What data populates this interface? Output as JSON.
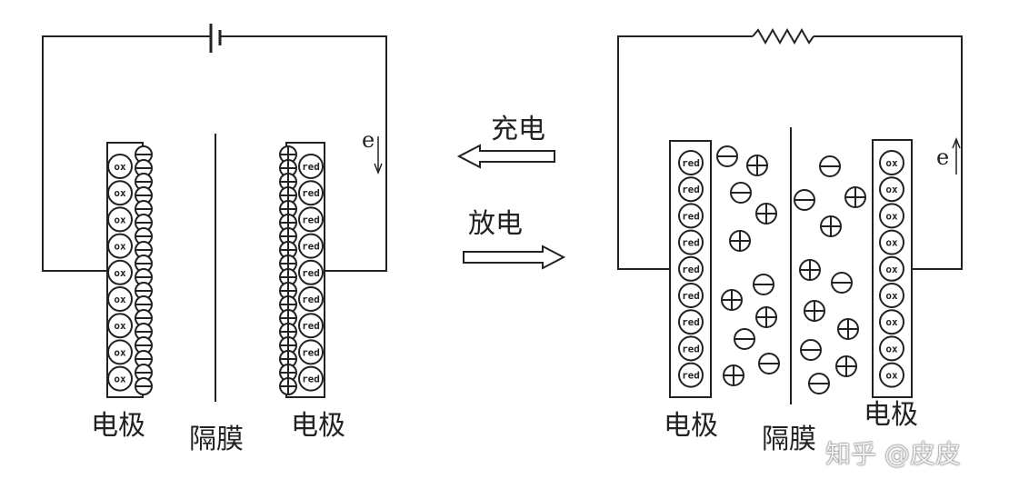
{
  "left_panel": {
    "electrode_left_label": "电极",
    "separator_label": "隔膜",
    "electrode_right_label": "电极",
    "electron_label": "e",
    "ox_particle_label": "ox",
    "red_particle_label": "red",
    "ox_count": 9,
    "red_count": 9
  },
  "middle": {
    "charge_label": "充电",
    "discharge_label": "放电"
  },
  "right_panel": {
    "electrode_left_label": "电极",
    "separator_label": "隔膜",
    "electrode_right_label": "电极",
    "electron_label": "e",
    "ox_particle_label": "ox",
    "red_particle_label": "red"
  },
  "watermark": "知乎 @皮皮",
  "colors": {
    "ink": "#222222",
    "background": "#ffffff"
  }
}
